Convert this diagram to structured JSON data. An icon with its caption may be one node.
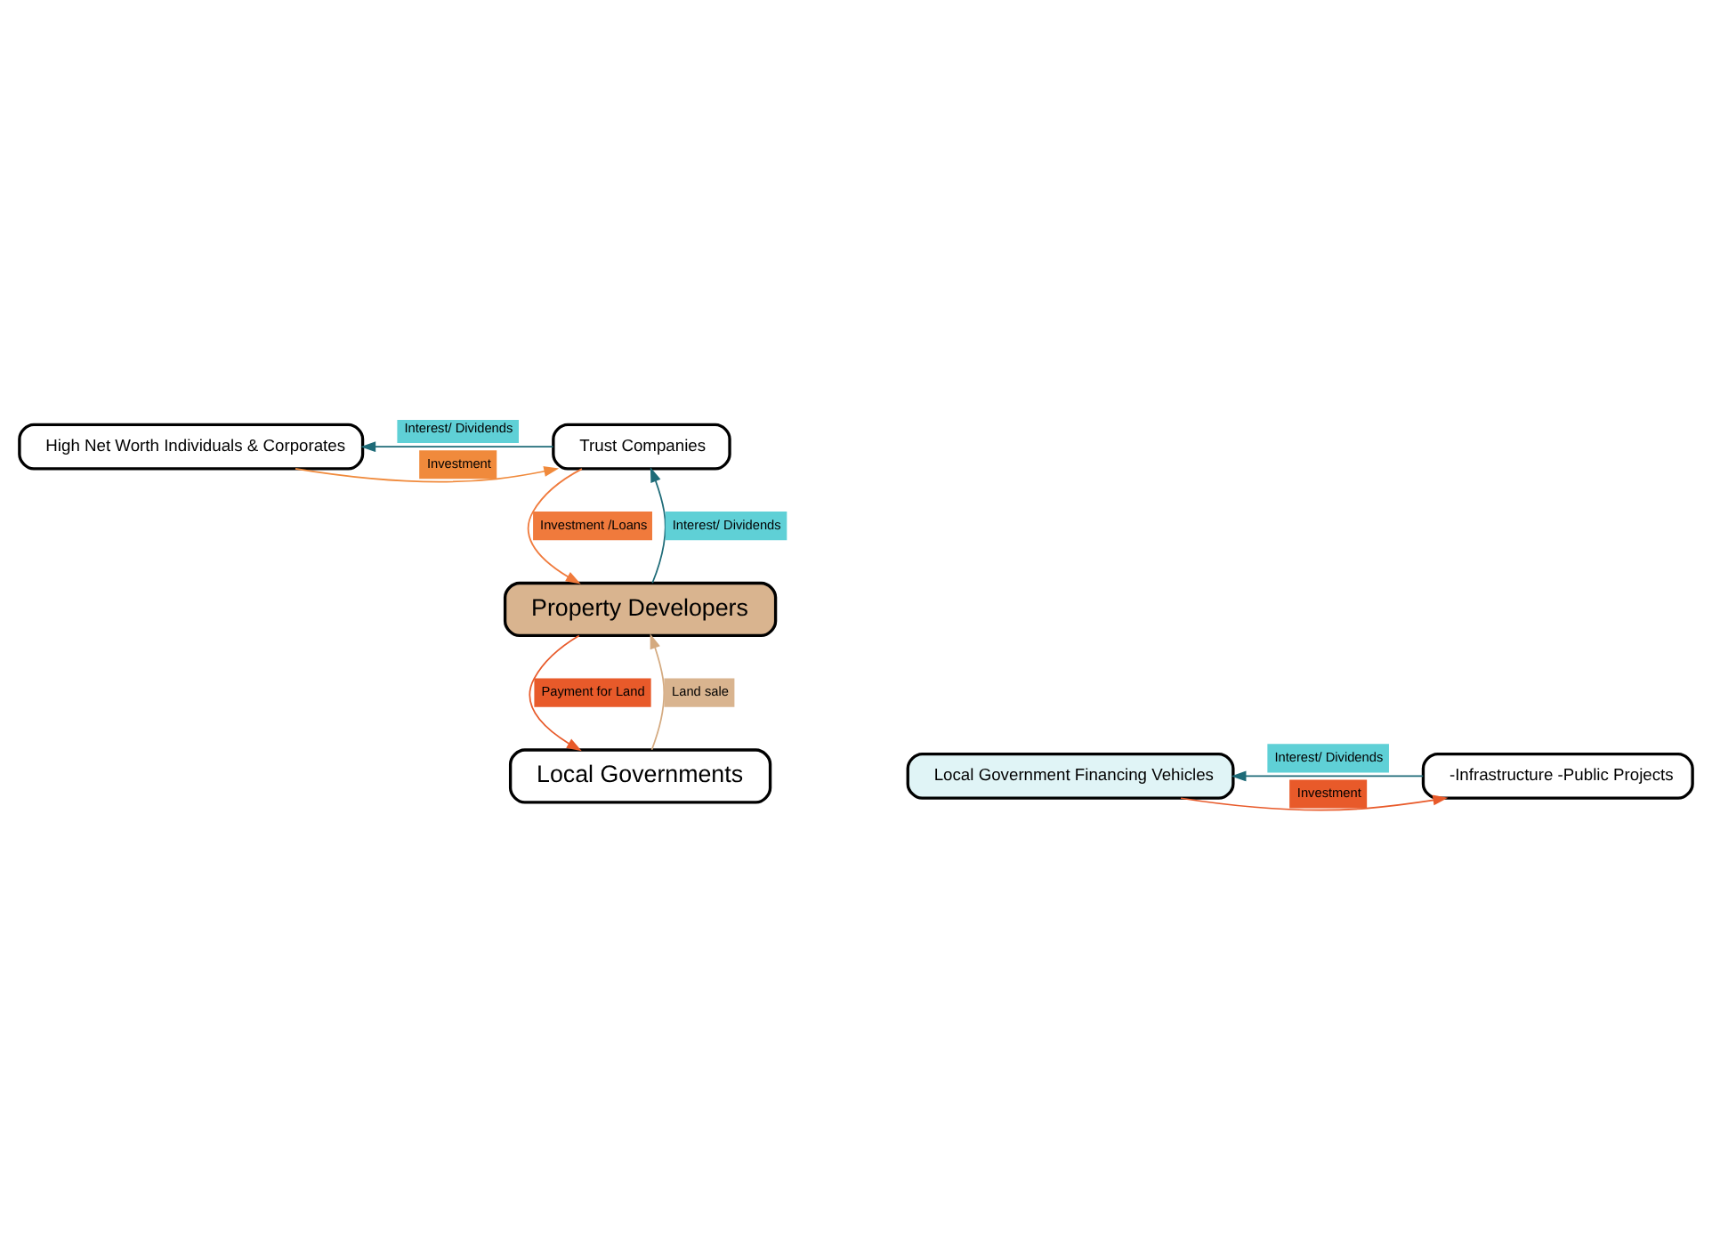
{
  "diagram": {
    "nodes": [
      {
        "text": [
          "High Net Worth Individuals & Corporates"
        ]
      },
      {
        "text": [
          "Trust Companies"
        ]
      },
      {
        "text": [
          "Property Developers"
        ]
      },
      {
        "text": [
          "Local Governments"
        ]
      },
      {
        "text": [
          "Local Government Financing Vehicles"
        ]
      },
      {
        "text": [
          "-Infrastructure -Public Projects"
        ]
      }
    ],
    "edges": [
      {
        "from": 0,
        "to": 1,
        "arrow": "to",
        "label": "Investment",
        "color": "#f08a3c"
      },
      {
        "from": 1,
        "to": 0,
        "arrow": "to",
        "label": "Interest/ Dividends",
        "color": "#1e6b78"
      },
      {
        "from": 1,
        "to": 2,
        "arrow": "to",
        "label": "Investment /Loans",
        "color": "#f07a3c"
      },
      {
        "from": 2,
        "to": 1,
        "arrow": "to",
        "label": "Interest/ Dividends",
        "color": "#1e6b78"
      },
      {
        "from": 2,
        "to": 3,
        "arrow": "to",
        "label": "Payment for Land",
        "color": "#e85a2a"
      },
      {
        "from": 3,
        "to": 2,
        "arrow": "to",
        "label": "Land sale",
        "color": "#d4aa80"
      },
      {
        "from": 4,
        "to": 5,
        "arrow": "to",
        "label": "Investment",
        "color": "#e85a2a"
      },
      {
        "from": 5,
        "to": 4,
        "arrow": "to",
        "label": "Interest/ Dividends",
        "color": "#1e6b78"
      }
    ]
  }
}
